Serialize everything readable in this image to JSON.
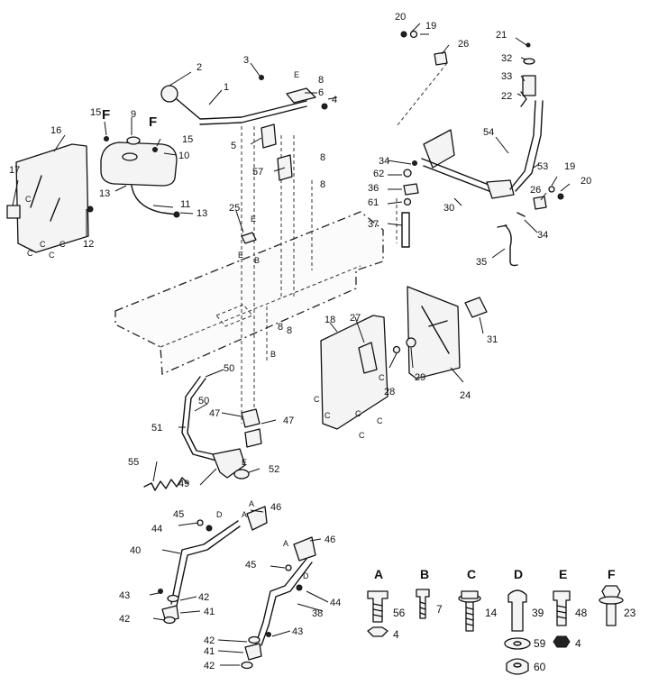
{
  "callouts": {
    "c1": "1",
    "c2": "2",
    "c3": "3",
    "c4": "4",
    "c5": "5",
    "c6": "6",
    "c7": "7",
    "c8a": "8",
    "c8b": "8",
    "c8c": "8",
    "c8d": "8",
    "c8e": "8",
    "c9": "9",
    "c10": "10",
    "c11": "11",
    "c12": "12",
    "c13a": "13",
    "c13b": "13",
    "c14": "14",
    "c15a": "15",
    "c15b": "15",
    "c16": "16",
    "c17": "17",
    "c18": "18",
    "c19a": "19",
    "c19b": "19",
    "c20a": "20",
    "c20b": "20",
    "c21": "21",
    "c22": "22",
    "c23": "23",
    "c24": "24",
    "c25": "25",
    "c26a": "26",
    "c26b": "26",
    "c27": "27",
    "c28": "28",
    "c29": "29",
    "c30": "30",
    "c31": "31",
    "c32": "32",
    "c33": "33",
    "c34a": "34",
    "c34b": "34",
    "c35": "35",
    "c36": "36",
    "c37": "37",
    "c38": "38",
    "c39": "39",
    "c40": "40",
    "c41a": "41",
    "c41b": "41",
    "c42a": "42",
    "c42b": "42",
    "c42c": "42",
    "c42d": "42",
    "c43a": "43",
    "c43b": "43",
    "c44a": "44",
    "c44b": "44",
    "c45a": "45",
    "c45b": "45",
    "c46a": "46",
    "c46b": "46",
    "c47a": "47",
    "c47b": "47",
    "c48": "48",
    "c49": "49",
    "c50a": "50",
    "c50b": "50",
    "c51": "51",
    "c52": "52",
    "c53": "53",
    "c54": "54",
    "c55": "55",
    "c56": "56",
    "c57": "57",
    "c59": "59",
    "c60": "60",
    "c61": "61",
    "c62": "62",
    "cl4a": "4",
    "cl4b": "4"
  },
  "letters": {
    "F1": "F",
    "F2": "F",
    "E1": "E",
    "E2": "E",
    "E3": "E",
    "E4": "E",
    "B1": "B",
    "B2": "B",
    "A1": "A",
    "A2": "A",
    "A3": "A",
    "D1": "D",
    "D2": "D",
    "C": [
      "C",
      "C",
      "C",
      "C",
      "C",
      "C",
      "C",
      "C",
      "C",
      "C",
      "C"
    ]
  },
  "legend": {
    "A": "A",
    "B": "B",
    "C": "C",
    "D": "D",
    "E": "E",
    "F": "F"
  }
}
